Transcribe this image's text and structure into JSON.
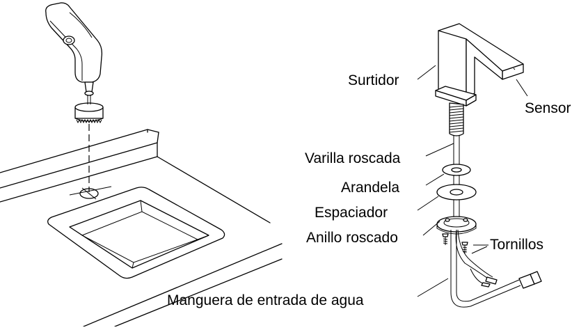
{
  "labels": {
    "spout": "Surtidor",
    "sensor": "Sensor",
    "threaded_rod": "Varilla roscada",
    "washer": "Arandela",
    "spacer": "Espaciador",
    "threaded_ring": "Anillo roscado",
    "screws": "Tornillos",
    "water_inlet_hose": "Manguera de entrada de agua"
  }
}
